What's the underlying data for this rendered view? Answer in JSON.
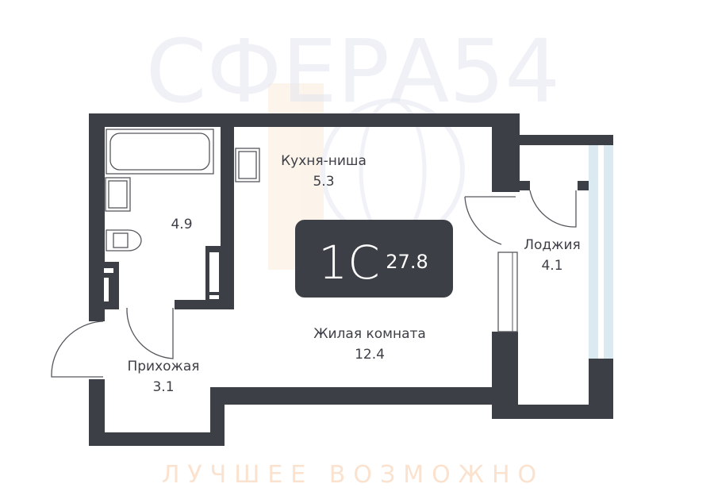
{
  "plan": {
    "type_code": "1С",
    "total_area": "27.8",
    "rooms": [
      {
        "name": "Кухня-ниша",
        "area": "5.3"
      },
      {
        "name": "",
        "area": "4.9"
      },
      {
        "name": "Жилая комната",
        "area": "12.4"
      },
      {
        "name": "Прихожая",
        "area": "3.1"
      },
      {
        "name": "Лоджия",
        "area": "4.1"
      }
    ]
  },
  "watermark": {
    "brand": "СФЕРА54",
    "slogan": "ЛУЧШЕЕ ВОЗМОЖНО"
  },
  "colors": {
    "wall": "#3d3f46",
    "window": "#dbe9f1",
    "badge": "#3d3f46"
  }
}
